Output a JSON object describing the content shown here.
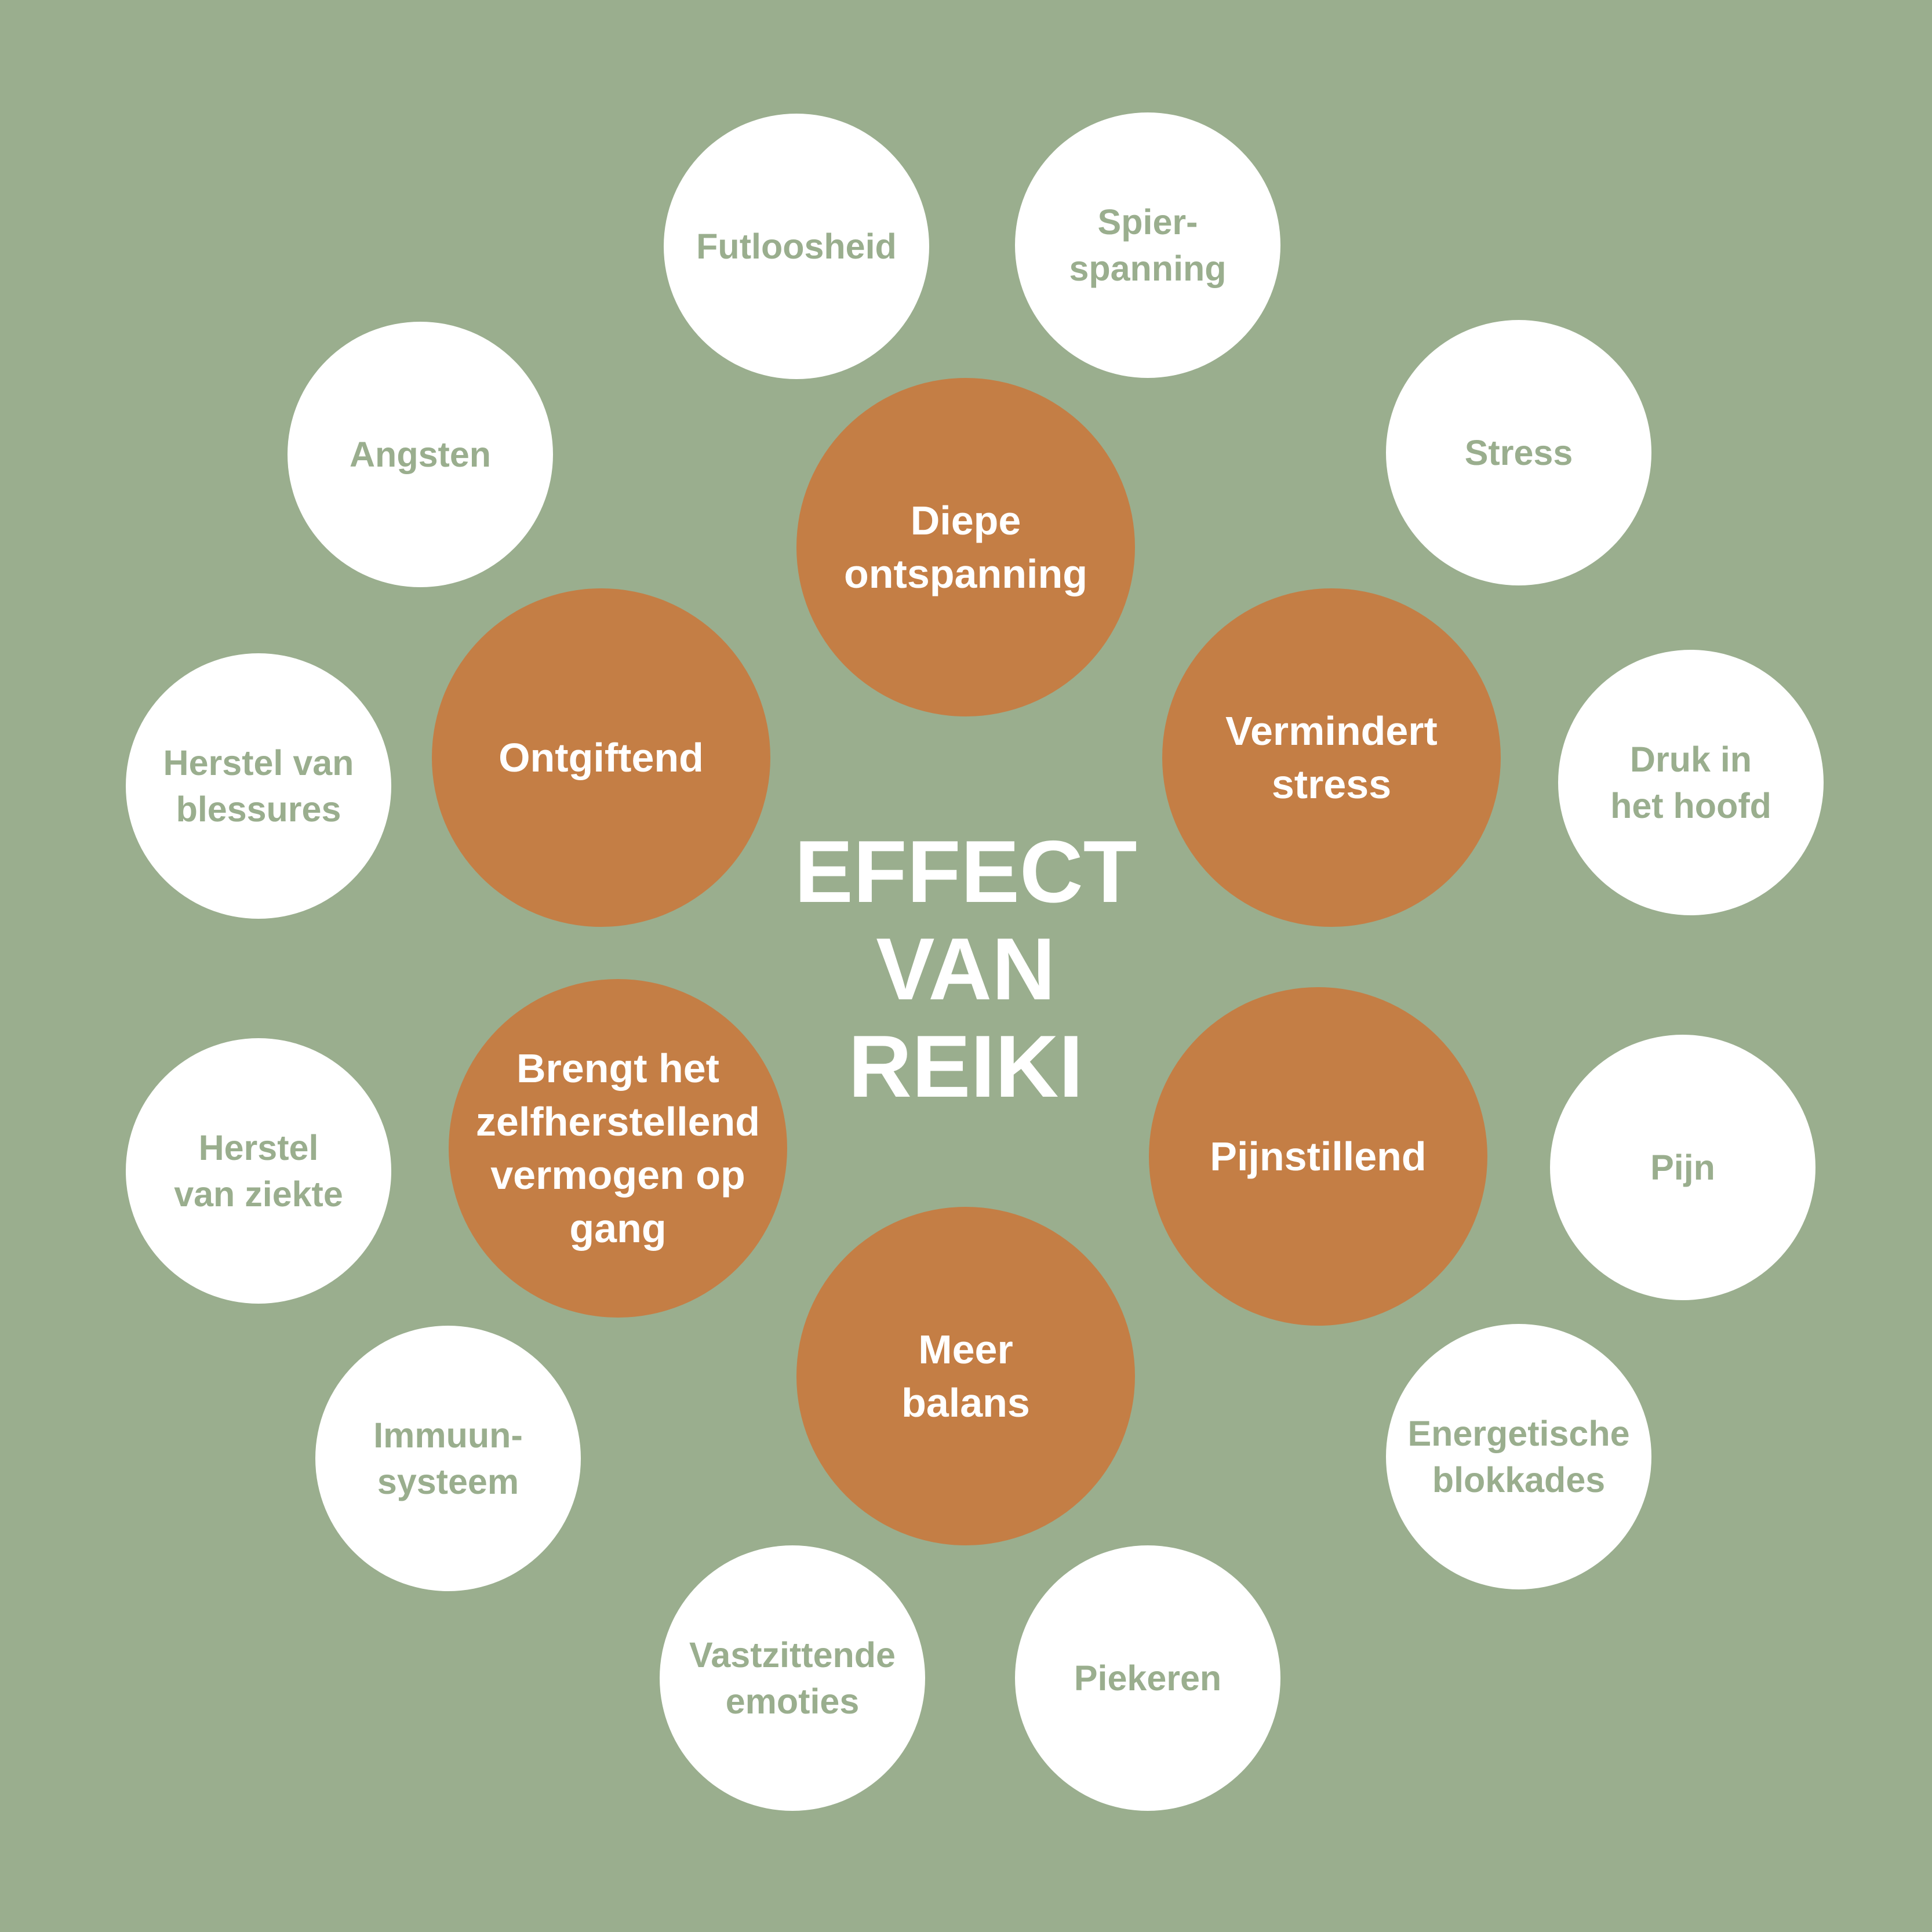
{
  "title": "EFFECT\nVAN\nREIKI",
  "colors": {
    "background": "#9aae8e",
    "outer_circle": "#ffffff",
    "outer_text": "#9aae8e",
    "inner_circle": "#c47e45",
    "inner_text": "#ffffff"
  },
  "inner_effects": [
    "Diepe\nontspanning",
    "Vermindert\nstress",
    "Pijnstillend",
    "Meer\nbalans",
    "Brengt het\nzelfherstellend\nvermogen op\ngang",
    "Ontgiftend"
  ],
  "outer_effects": [
    "Futloosheid",
    "Spier-\nspanning",
    "Stress",
    "Druk in\nhet hoofd",
    "Pijn",
    "Energetische\nblokkades",
    "Piekeren",
    "Vastzittende\nemoties",
    "Immuun-\nsysteem",
    "Herstel\nvan ziekte",
    "Herstel van\nblessures",
    "Angsten"
  ]
}
